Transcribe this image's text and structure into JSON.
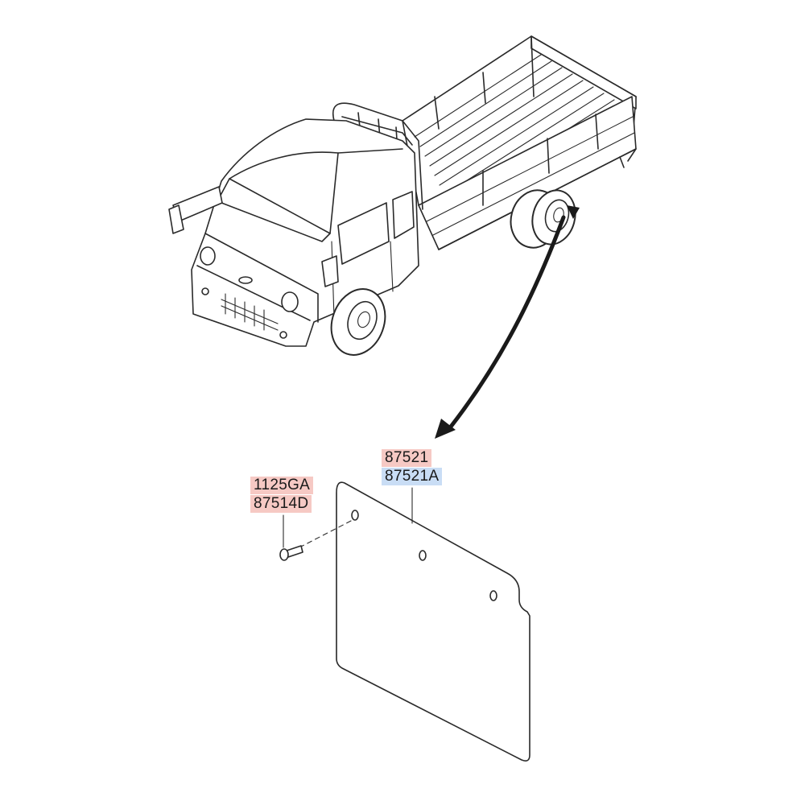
{
  "callouts": {
    "bolt_group": {
      "codes": [
        "1125GA",
        "87514D"
      ],
      "bg_color": "#f6c9c4"
    },
    "mudguard_group": {
      "codes": [
        "87521",
        "87521A"
      ],
      "bg_colors": [
        "#f6c9c4",
        "#c9ddf5"
      ]
    }
  },
  "colors": {
    "line": "#2a2a2a",
    "panel_fill": "#ffffff",
    "arrow": "#1a1a1a"
  }
}
